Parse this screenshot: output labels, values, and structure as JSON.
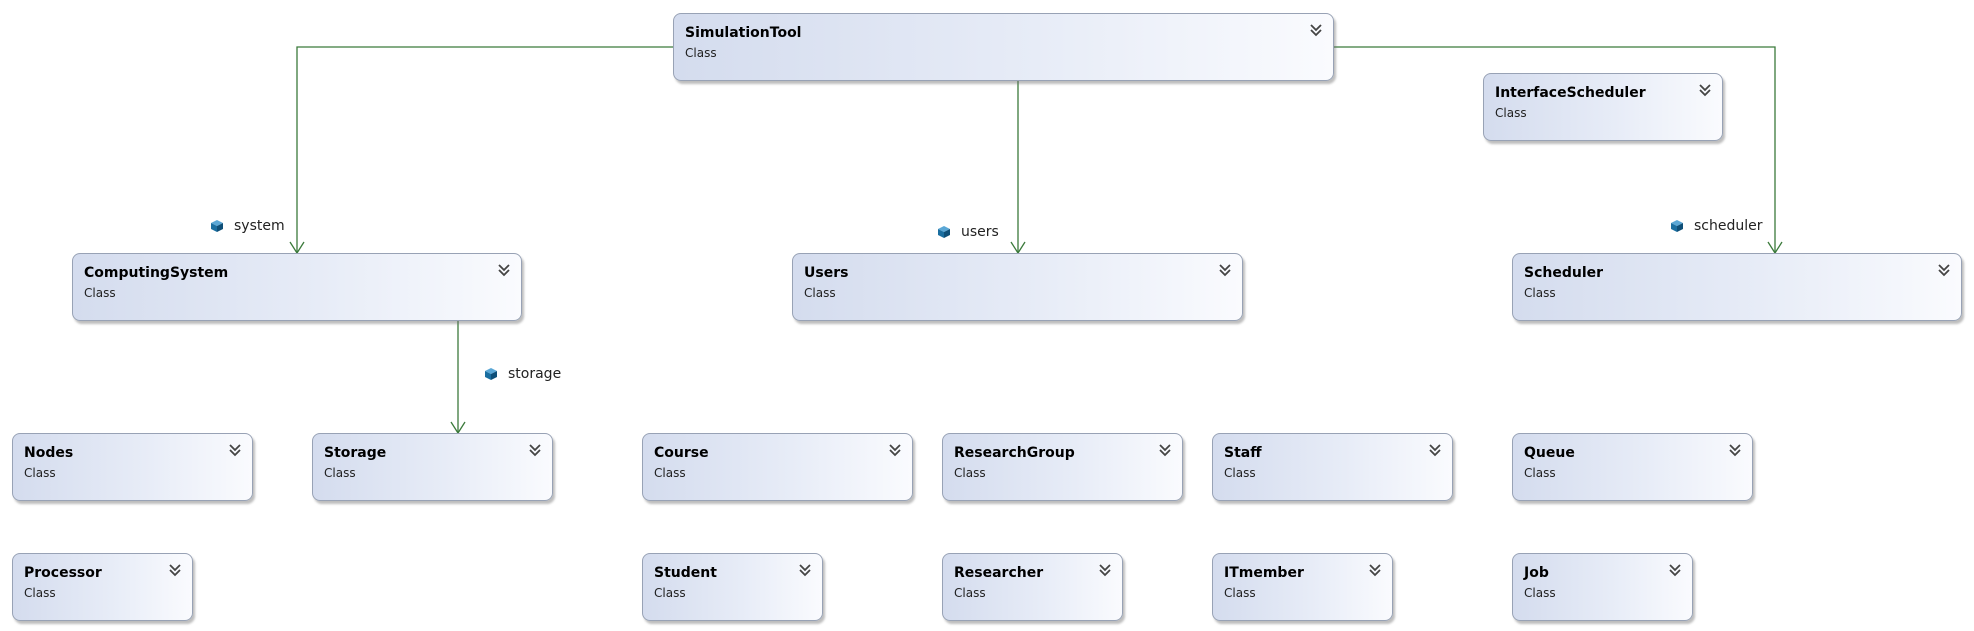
{
  "classes": {
    "simulation_tool": {
      "name": "SimulationTool",
      "stereotype": "Class"
    },
    "interface_scheduler": {
      "name": "InterfaceScheduler",
      "stereotype": "Class"
    },
    "computing_system": {
      "name": "ComputingSystem",
      "stereotype": "Class"
    },
    "users": {
      "name": "Users",
      "stereotype": "Class"
    },
    "scheduler": {
      "name": "Scheduler",
      "stereotype": "Class"
    },
    "nodes": {
      "name": "Nodes",
      "stereotype": "Class"
    },
    "storage": {
      "name": "Storage",
      "stereotype": "Class"
    },
    "course": {
      "name": "Course",
      "stereotype": "Class"
    },
    "research_group": {
      "name": "ResearchGroup",
      "stereotype": "Class"
    },
    "staff": {
      "name": "Staff",
      "stereotype": "Class"
    },
    "queue": {
      "name": "Queue",
      "stereotype": "Class"
    },
    "processor": {
      "name": "Processor",
      "stereotype": "Class"
    },
    "student": {
      "name": "Student",
      "stereotype": "Class"
    },
    "researcher": {
      "name": "Researcher",
      "stereotype": "Class"
    },
    "it_member": {
      "name": "ITmember",
      "stereotype": "Class"
    },
    "job": {
      "name": "Job",
      "stereotype": "Class"
    }
  },
  "associations": {
    "system": "system",
    "users": "users",
    "scheduler": "scheduler",
    "storage": "storage"
  },
  "colors": {
    "connector": "#2e6b2e",
    "property_icon": "#1a6ea0"
  },
  "icons": {
    "expand": "double-chevron-down-icon",
    "property": "property-cube-icon"
  }
}
